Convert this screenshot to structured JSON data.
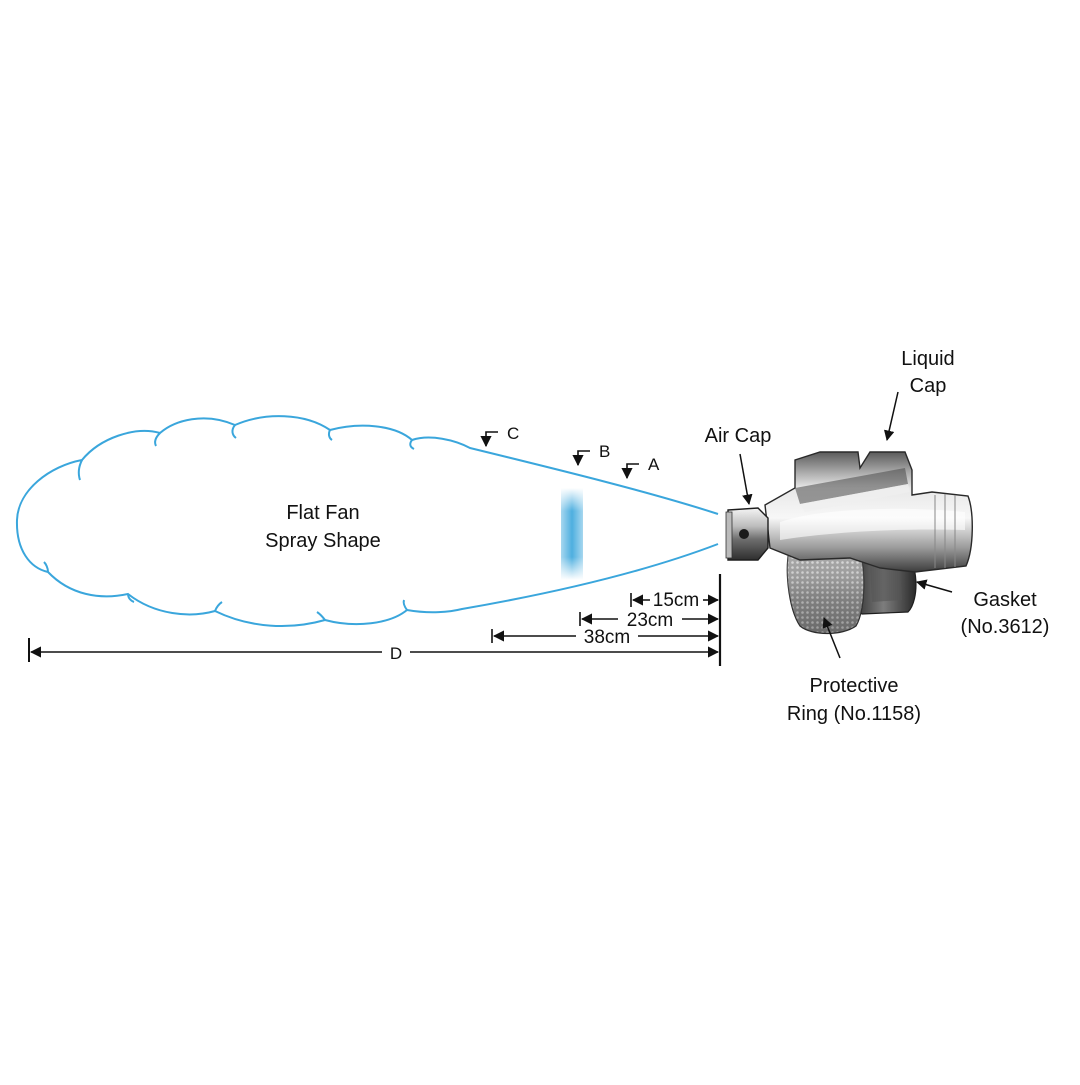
{
  "spray": {
    "label_line1": "Flat Fan",
    "label_line2": "Spray Shape",
    "color": "#3aa6dc",
    "markers": [
      "A",
      "B",
      "C"
    ]
  },
  "dimensions": {
    "d15": "15cm",
    "d23": "23cm",
    "d38": "38cm",
    "total": "D"
  },
  "parts": {
    "liquid_cap_line1": "Liquid",
    "liquid_cap_line2": "Cap",
    "air_cap": "Air Cap",
    "gasket_line1": "Gasket",
    "gasket_line2": "(No.3612)",
    "ring_line1": "Protective",
    "ring_line2": "Ring (No.1158)"
  }
}
